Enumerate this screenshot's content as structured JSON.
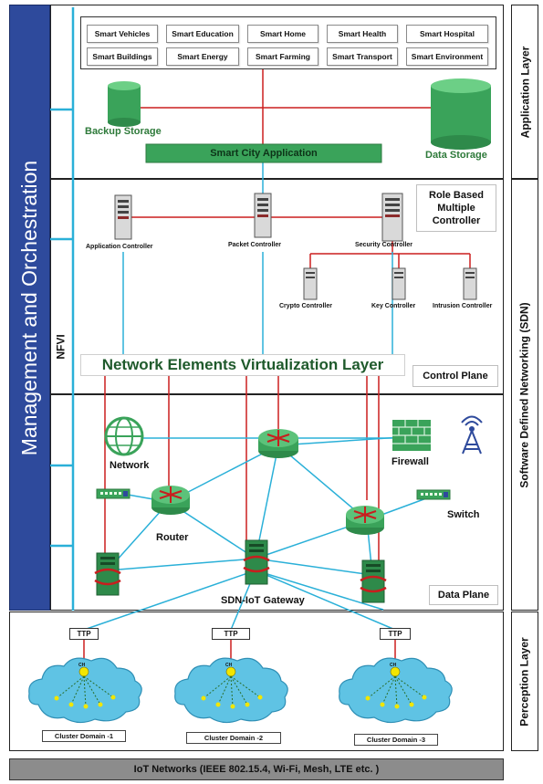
{
  "side": {
    "management": "Management and Orchestration",
    "nfvi": "NFVI"
  },
  "layers": {
    "application": "Application Layer",
    "sdn": "Software  Defined  Networking (SDN)",
    "perception": "Perception Layer"
  },
  "application": {
    "services": [
      "Smart Vehicles",
      "Smart Education",
      "Smart Home",
      "Smart Health",
      "Smart Hospital",
      "Smart Buildings",
      "Smart Energy",
      "Smart Farming",
      "Smart Transport",
      "Smart Environment"
    ],
    "backup_storage": "Backup Storage",
    "data_storage": "Data Storage",
    "smart_city_app": "Smart City Application"
  },
  "control": {
    "role_based": "Role Based Multiple Controller",
    "app_controller": "Application Controller",
    "packet_controller": "Packet Controller",
    "security_controller": "Security Controller",
    "crypto_controller": "Crypto Controller",
    "key_controller": "Key Controller",
    "intrusion_controller": "Intrusion Controller",
    "virtualization": "Network Elements Virtualization Layer",
    "control_plane": "Control  Plane"
  },
  "data_plane": {
    "network": "Network",
    "firewall": "Firewall",
    "router": "Router",
    "switch": "Switch",
    "gateway": "SDN-IoT Gateway",
    "label": "Data Plane"
  },
  "perception": {
    "ttp": [
      "TTP",
      "TTP",
      "TTP"
    ],
    "ch": [
      "CH",
      "CH",
      "CH"
    ],
    "domains": [
      "Cluster Domain -1",
      "Cluster Domain -2",
      "Cluster Domain -3"
    ]
  },
  "footer": "IoT Networks (IEEE 802.15.4, Wi-Fi, Mesh, LTE etc. )",
  "colors": {
    "blue_bar": "#2e4a9c",
    "line_blue": "#2ab0d8",
    "line_red": "#cc1f1f",
    "green": "#3aa35a",
    "dark_green": "#2e8a4a",
    "cloud": "#5fc3e4",
    "footer_bg": "#8c8c8c"
  }
}
